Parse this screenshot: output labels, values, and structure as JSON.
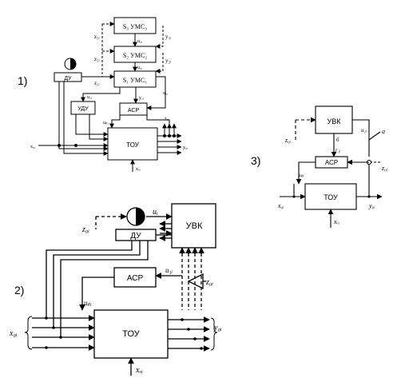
{
  "panels": {
    "p1": {
      "number": "1)",
      "blocks": {
        "s3": "S₃ УМС₃",
        "s2": "S₂ УМС₂",
        "s1": "S₁ УМС₁",
        "du": "ДУ",
        "udu": "УДУ",
        "asr": "АСР",
        "tou": "ТОУ"
      },
      "signals": {
        "z3": "z₃ᵢ",
        "z2": "z₂ᵢ",
        "z1": "z₁ᵢ",
        "u3": "u₃ᵢ",
        "u2": "u₂ᵢ",
        "y3": "y₃ᵢ",
        "y2": "y₂ᵢ",
        "u1a": "u₁ᵢ",
        "u1b": "u₁ᵢ",
        "y1": "y₁ᵢ",
        "up": "uₚᵢ",
        "z0": "z₀ᵢ",
        "x0": "x₀ᵢ",
        "xv": "xᵥᵢ",
        "y0": "y₀ᵢ"
      }
    },
    "p2": {
      "number": "2)",
      "blocks": {
        "du": "ДУ",
        "uvk": "УВК",
        "asr": "АСР",
        "tou": "ТОУ"
      },
      "signals": {
        "z0": "z₀ᵢ",
        "ui": "uᵢ",
        "u1": "u₁ᵢ",
        "z0r": "z₀ᵢ",
        "up": "uₚᵢ",
        "x0": "x₀ᵢ",
        "y0": "y₀ᵢ",
        "xv": "xᵥᵢ"
      }
    },
    "p3": {
      "number": "3)",
      "blocks": {
        "uvk": "УВК",
        "asr": "АСР",
        "tou": "ТОУ"
      },
      "signals": {
        "z0in": "z₀ᵢ",
        "u1": "u₁ᵢ",
        "a": "а",
        "b": "б",
        "r1": "r₁ᵢ",
        "z0": "z₀ᵢ",
        "up": "uₚᵢ",
        "x0": "x₀ᵢ",
        "y0": "y₀ᵢ",
        "xv": "xᵥᵢ"
      }
    }
  }
}
